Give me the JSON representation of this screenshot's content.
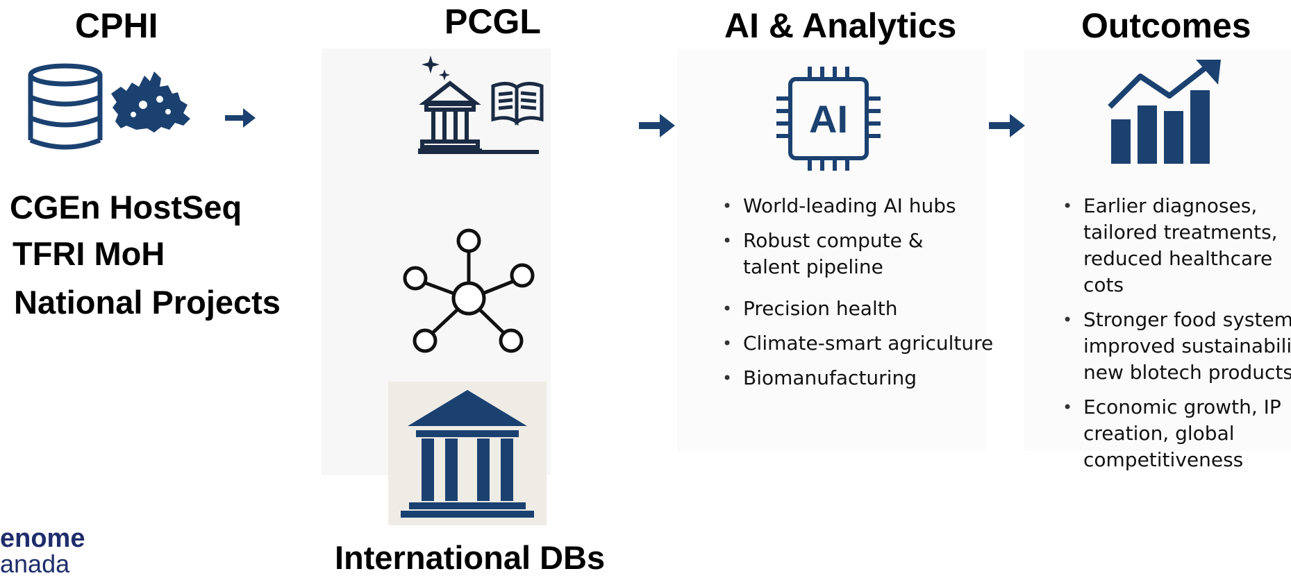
{
  "titles": {
    "cphi": "CPHI",
    "pcgl": "PCGL",
    "ai": "AI & Analytics",
    "outcomes": "Outcomes"
  },
  "sources": [
    "CGEn HostSeq",
    "TFRI MoH",
    "National Projects"
  ],
  "international": "International DBs",
  "ai_chip_label": "AI",
  "ai_bullets": [
    "World-leading AI hubs",
    "Robust compute & talent pipeline",
    "Precision health",
    "Climate-smart agriculture",
    "Biomanufacturing"
  ],
  "outcome_bullets": [
    "Earlier diagnoses, tailored treatments, reduced healthcare cots",
    "Stronger food systems, improved sustainability new blotech products",
    "Economic growth, IP creation, global competitiveness"
  ],
  "logo": {
    "line1": "enome",
    "line2": "anada"
  },
  "colors": {
    "navy": "#1b4170",
    "logo": "#1f2d6b",
    "text": "#000000"
  },
  "icons": [
    "database-icon",
    "canada-map-icon",
    "institution-book-icon",
    "network-icon",
    "ai-chip-icon",
    "growth-chart-icon",
    "bank-building-icon",
    "arrow-right-icon"
  ]
}
